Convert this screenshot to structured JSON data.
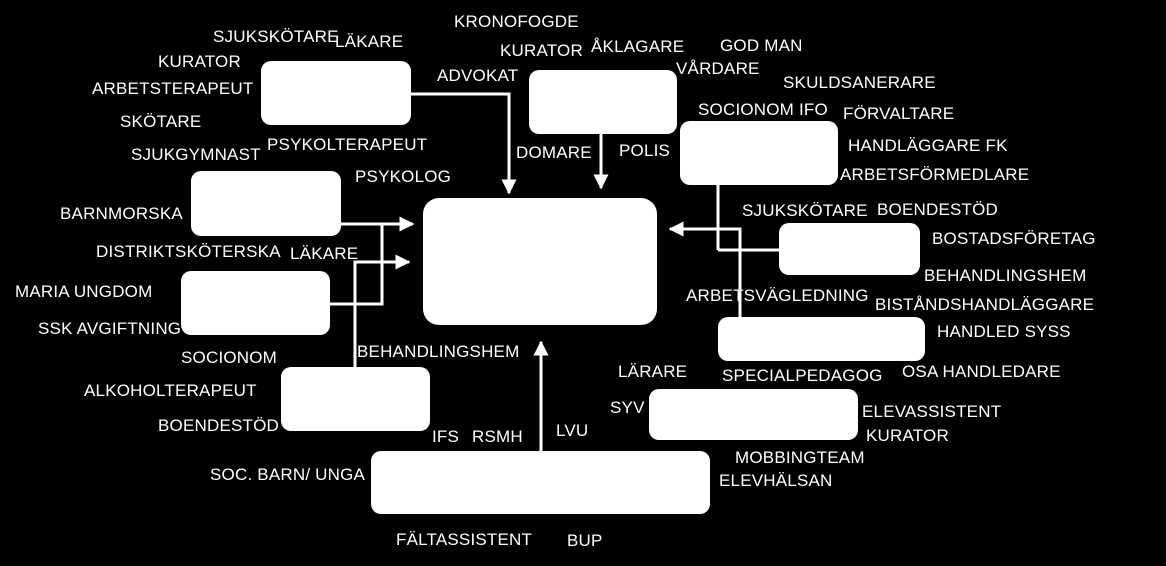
{
  "colors": {
    "background": "#000000",
    "box": "#ffffff",
    "text": "#ffffff",
    "line": "#ffffff"
  },
  "labels": {
    "sjukskotare_1": "SJUKSKÖTARE",
    "lakare_1": "LÄKARE",
    "kurator_1": "KURATOR",
    "arbetsterapeut": "ARBETSTERAPEUT",
    "skotare": "SKÖTARE",
    "psykolterapeut": "PSYKOLTERAPEUT",
    "sjukgymnast": "SJUKGYMNAST",
    "psykolog": "PSYKOLOG",
    "barnmorska": "BARNMORSKA",
    "distriktskoterska": "DISTRIKTSKÖTERSKA",
    "lakare_2": "LÄKARE",
    "maria_ungdom": "MARIA UNGDOM",
    "ssk_avgiftning": "SSK AVGIFTNING",
    "socionom": "SOCIONOM",
    "behandlingshem_1": "BEHANDLINGSHEM",
    "alkoholterapeut": "ALKOHOLTERAPEUT",
    "boendestod_1": "BOENDESTÖD",
    "ifs": "IFS",
    "rsmh": "RSMH",
    "lvu": "LVU",
    "soc_barn_unga": "SOC. BARN/ UNGA",
    "faltassistent": "FÄLTASSISTENT",
    "bup": "BUP",
    "kronofogde": "KRONOFOGDE",
    "kurator_2": "KURATOR",
    "aklagare": "ÅKLAGARE",
    "advokat": "ADVOKAT",
    "domare": "DOMARE",
    "polis": "POLIS",
    "god_man": "GOD MAN",
    "vardare": "VÅRDARE",
    "skuldsanerare": "SKULDSANERARE",
    "socionom_ifo": "SOCIONOM IFO",
    "forvaltare": "FÖRVALTARE",
    "handlaggare_fk": "HANDLÄGGARE FK",
    "arbetsformedlare": "ARBETSFÖRMEDLARE",
    "sjukskotare_2": "SJUKSKÖTARE",
    "boendestod_2": "BOENDESTÖD",
    "bostadsforetag": "BOSTADSFÖRETAG",
    "behandlingshem_2": "BEHANDLINGSHEM",
    "arbetsvagledning": "ARBETSVÄGLEDNING",
    "bistandshandlaggare": "BISTÅNDSHANDLÄGGARE",
    "handled_syss": "HANDLED SYSS",
    "larare": "LÄRARE",
    "specialpedagog": "SPECIALPEDAGOG",
    "osa_handledare": "OSA HANDLEDARE",
    "syv": "SYV",
    "elevassistent": "ELEVASSISTENT",
    "kurator_3": "KURATOR",
    "mobbingteam": "MOBBINGTEAM",
    "elevhalsan": "ELEVHÄLSAN"
  }
}
